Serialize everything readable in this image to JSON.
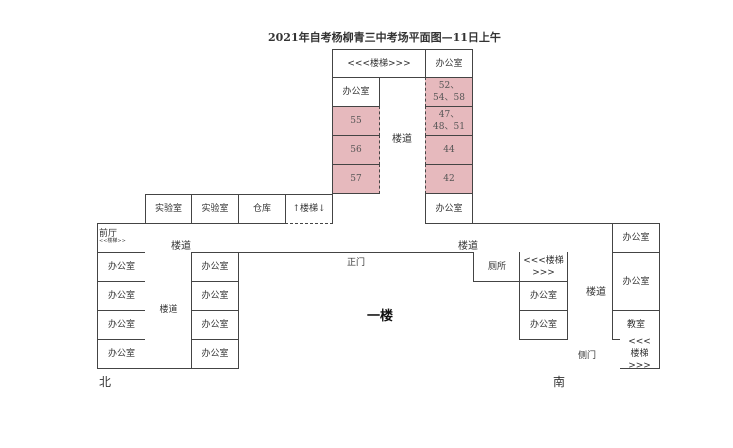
{
  "title": "2021年自考杨柳青三中考场平面图—11日上午",
  "floor_label": "一楼",
  "colors": {
    "exam_room": "#e6b9bd"
  },
  "top_wing": {
    "stairs": "<<<楼梯>>>",
    "office_top_right": "办公室",
    "office_left": "办公室",
    "left_rooms": [
      "55",
      "56",
      "57"
    ],
    "right_rooms": [
      "52、54、58",
      "47、48、51",
      "44",
      "42"
    ],
    "office_bottom_right": "办公室",
    "corridor": "楼道"
  },
  "middle_row": [
    "实验室",
    "实验室",
    "仓库",
    "↑楼梯↓"
  ],
  "main_corridor": {
    "lobby": "前厅",
    "lobby_stairs": "<<楼梯>>",
    "corridor_left": "楼道",
    "corridor_right": "楼道",
    "main_gate": "正门"
  },
  "north_wing": {
    "left_offices": [
      "办公室",
      "办公室",
      "办公室",
      "办公室"
    ],
    "corridor": "楼道",
    "right_offices": [
      "办公室",
      "办公室",
      "办公室",
      "办公室"
    ],
    "direction": "北"
  },
  "south_wing": {
    "toilet": "厕所",
    "stairs": "<<<楼梯>>>",
    "offices": [
      "办公室",
      "办公室"
    ],
    "corridor": "楼道",
    "right_column": [
      "办公室",
      "办公室",
      "教室",
      "<<<楼梯>>>"
    ],
    "side_gate": "侧门",
    "direction": "南"
  }
}
